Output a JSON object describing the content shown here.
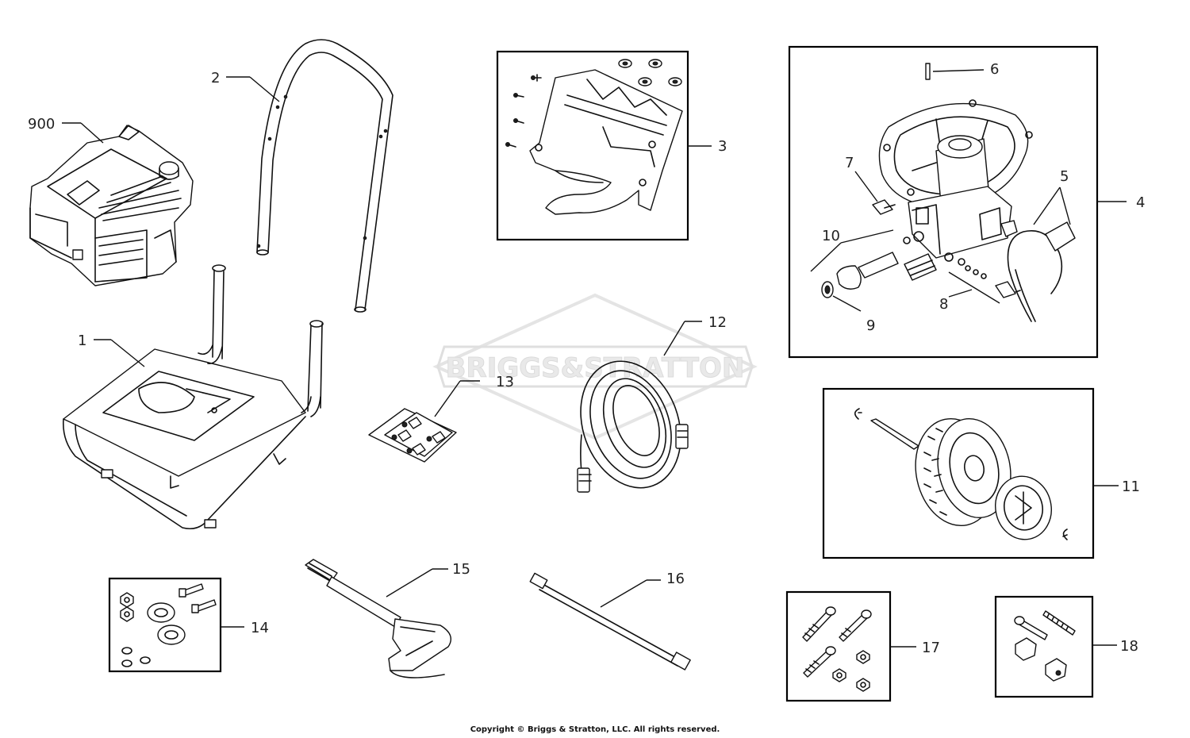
{
  "watermark": {
    "text": "BRIGGS&STRATTON"
  },
  "callouts": {
    "c900": "900",
    "c1": "1",
    "c2": "2",
    "c3": "3",
    "c4": "4",
    "c5": "5",
    "c6": "6",
    "c7": "7",
    "c8": "8",
    "c9": "9",
    "c10": "10",
    "c11": "11",
    "c12": "12",
    "c13": "13",
    "c14": "14",
    "c15": "15",
    "c16": "16",
    "c17": "17",
    "c18": "18"
  },
  "footer": {
    "copyright": "Copyright © Briggs & Stratton, LLC. All rights reserved."
  }
}
